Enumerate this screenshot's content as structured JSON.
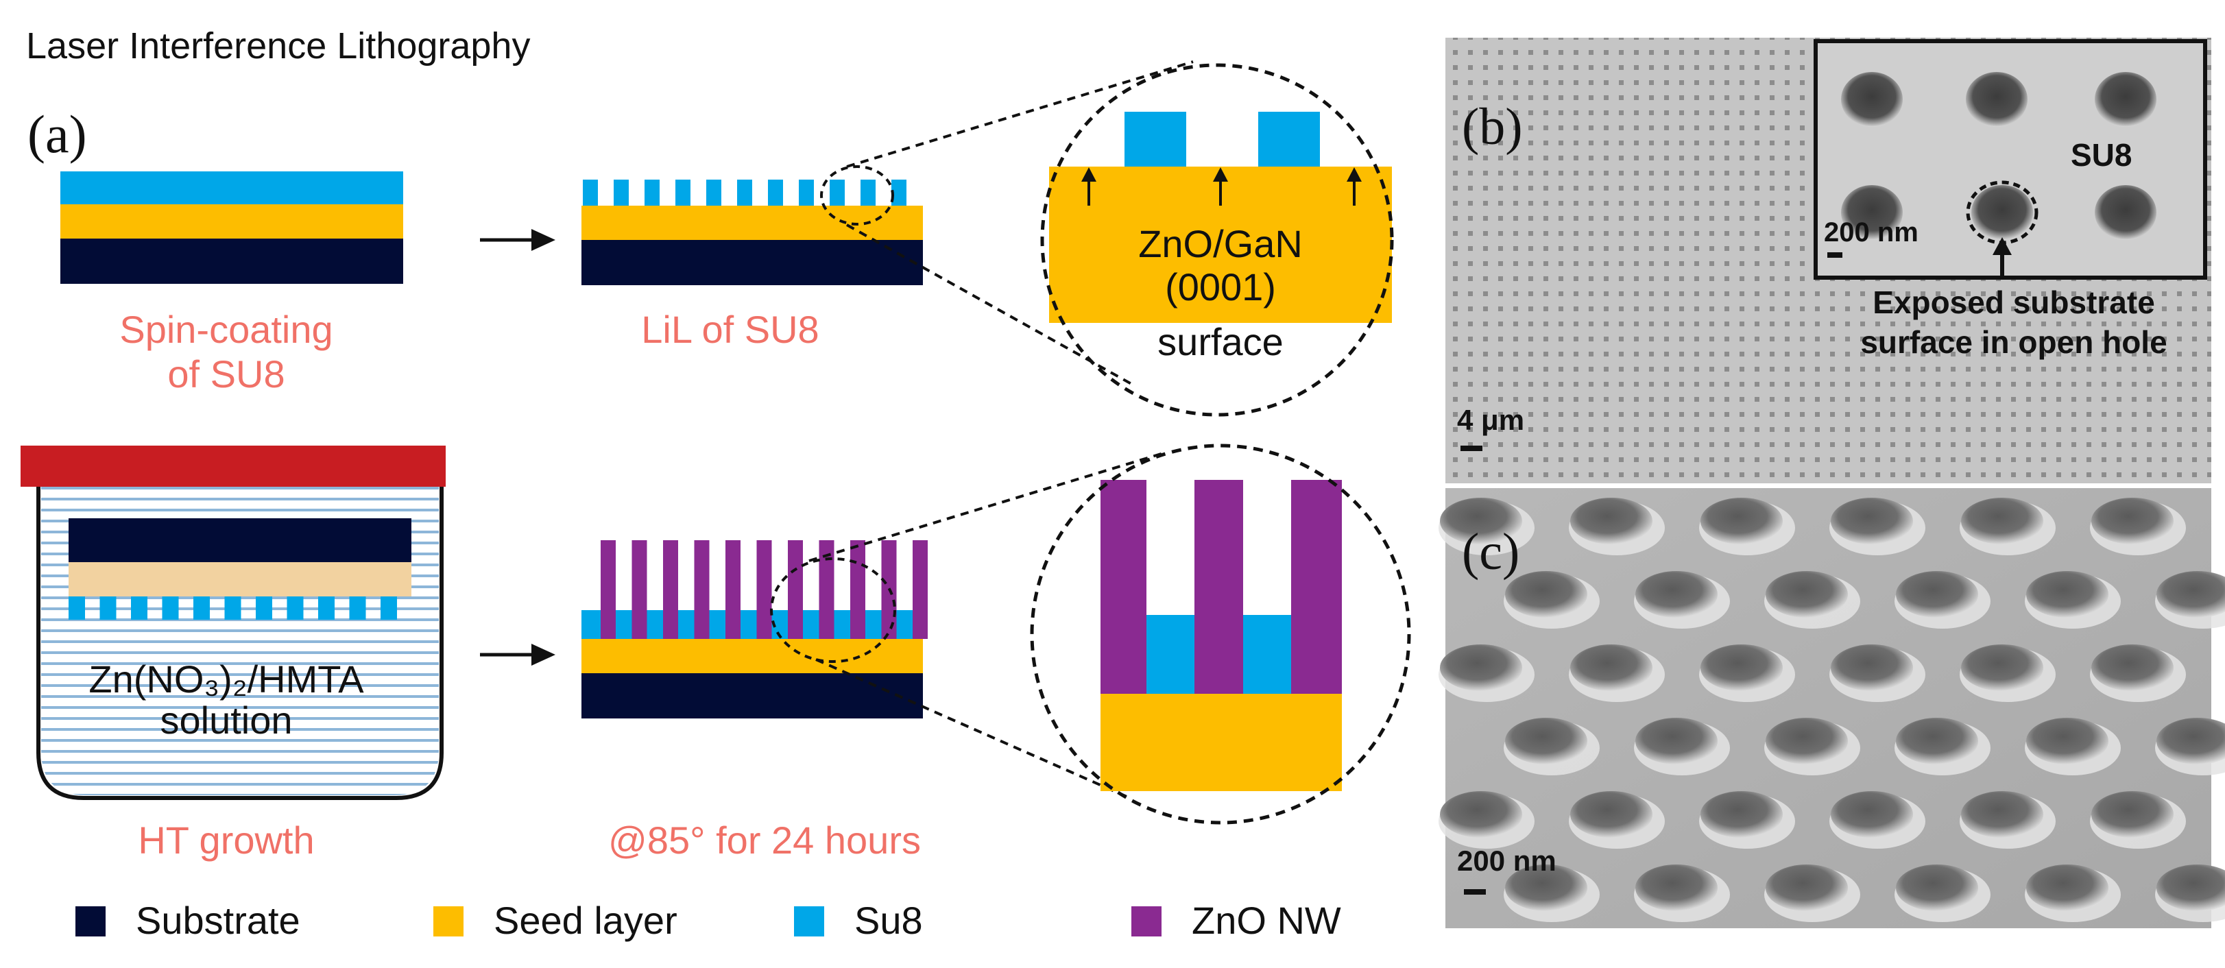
{
  "header": {
    "title": "Laser Interference Lithography"
  },
  "panel_a": {
    "label": "(a)",
    "step1_caption_line1": "Spin-coating",
    "step1_caption_line2": "of SU8",
    "step2_caption": "LiL of SU8",
    "zoom1_material_line1": "ZnO/GaN",
    "zoom1_material_line2": "(0001)",
    "zoom1_material_line3": "surface",
    "beaker_solution_line1": "Zn(NO₃)₂/HMTA",
    "beaker_solution_line2": "solution",
    "step3_caption": "HT growth",
    "step4_caption": "@85° for 24 hours"
  },
  "panel_b": {
    "label": "(b)",
    "inset_material": "SU8",
    "inset_scale": "200 nm",
    "inset_callout_line1": "Exposed substrate",
    "inset_callout_line2": "surface in open hole",
    "scale": "4 μm"
  },
  "panel_c": {
    "label": "(c)",
    "scale": "200 nm"
  },
  "legend": [
    {
      "label": "Substrate",
      "color": "#020c36"
    },
    {
      "label": "Seed layer",
      "color": "#fdbd00"
    },
    {
      "label": "Su8",
      "color": "#00a7e8"
    },
    {
      "label": "ZnO NW",
      "color": "#8a2a91"
    }
  ],
  "colors": {
    "substrate": "#020c36",
    "seed": "#fdbd00",
    "su8": "#00a7e8",
    "zno": "#8a2a91",
    "caption": "#f07167",
    "lid": "#c81d22",
    "solution_line": "#8db6d9",
    "seed_pale": "#f2d2a0"
  }
}
